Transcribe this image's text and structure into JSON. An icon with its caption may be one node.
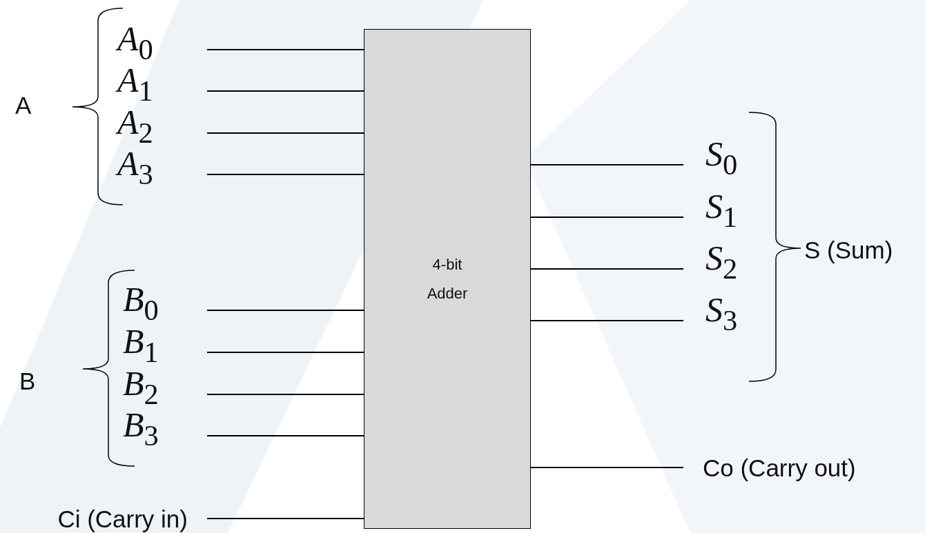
{
  "diagram": {
    "nodes": [
      {
        "text": [
          "4-bit Adder"
        ]
      },
      {
        "text": [
          "A$_{0}$"
        ]
      },
      {
        "text": [
          "A$_{1}$"
        ]
      },
      {
        "text": [
          "A$_{2}$"
        ]
      },
      {
        "text": [
          "A$_{3}$"
        ]
      },
      {
        "text": [
          "B$_{0}$"
        ]
      },
      {
        "text": [
          "B$_{1}$"
        ]
      },
      {
        "text": [
          "B$_{2}$"
        ]
      },
      {
        "text": [
          "B$_{3}$"
        ]
      },
      {
        "text": [
          "Ci (Carry in)"
        ]
      },
      {
        "text": [
          "S$_{0}$"
        ]
      },
      {
        "text": [
          "S$_{1}$"
        ]
      },
      {
        "text": [
          "S$_{2}$"
        ]
      },
      {
        "text": [
          "S$_{3}$"
        ]
      },
      {
        "text": [
          "Co (Carry out)"
        ]
      }
    ],
    "edges": [
      {
        "from": 1,
        "to": 0,
        "arrow": "none"
      },
      {
        "from": 2,
        "to": 0,
        "arrow": "none"
      },
      {
        "from": 3,
        "to": 0,
        "arrow": "none"
      },
      {
        "from": 4,
        "to": 0,
        "arrow": "none"
      },
      {
        "from": 5,
        "to": 0,
        "arrow": "none"
      },
      {
        "from": 6,
        "to": 0,
        "arrow": "none"
      },
      {
        "from": 7,
        "to": 0,
        "arrow": "none"
      },
      {
        "from": 8,
        "to": 0,
        "arrow": "none"
      },
      {
        "from": 9,
        "to": 0,
        "arrow": "none"
      },
      {
        "from": 0,
        "to": 10,
        "arrow": "none"
      },
      {
        "from": 0,
        "to": 11,
        "arrow": "none"
      },
      {
        "from": 0,
        "to": 12,
        "arrow": "none"
      },
      {
        "from": 0,
        "to": 13,
        "arrow": "none"
      },
      {
        "from": 0,
        "to": 14,
        "arrow": "none"
      }
    ],
    "labels": [
      "A",
      "B",
      "S (Sum)"
    ]
  }
}
